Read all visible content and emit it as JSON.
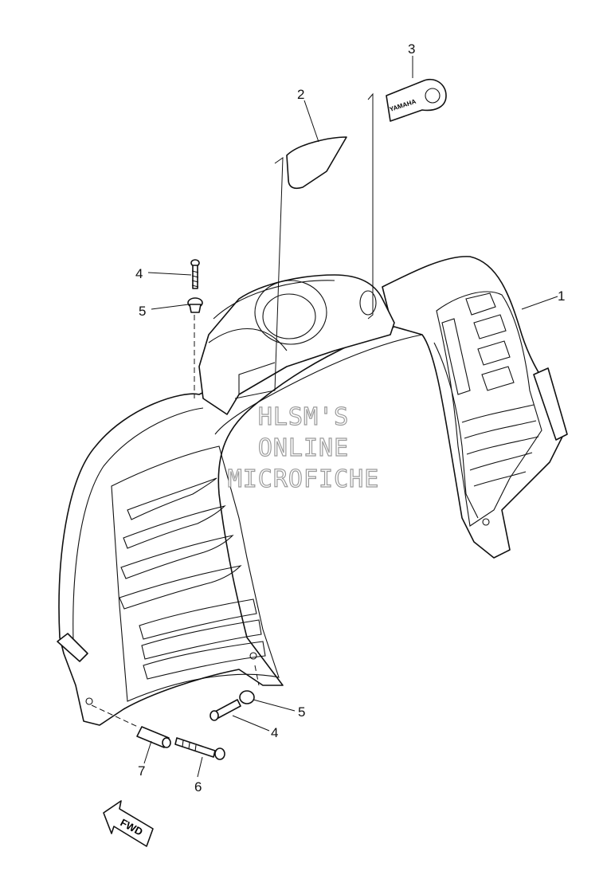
{
  "callouts": [
    {
      "id": "1",
      "label": "1"
    },
    {
      "id": "2",
      "label": "2"
    },
    {
      "id": "3",
      "label": "3"
    },
    {
      "id": "4a",
      "label": "4"
    },
    {
      "id": "5a",
      "label": "5"
    },
    {
      "id": "5b",
      "label": "5"
    },
    {
      "id": "4b",
      "label": "4"
    },
    {
      "id": "7",
      "label": "7"
    },
    {
      "id": "6",
      "label": "6"
    }
  ],
  "emblem_text": "YAMAHA",
  "fwd_label": "FWD",
  "watermark": [
    "HLSM'S",
    "ONLINE",
    "MICROFICHE"
  ]
}
